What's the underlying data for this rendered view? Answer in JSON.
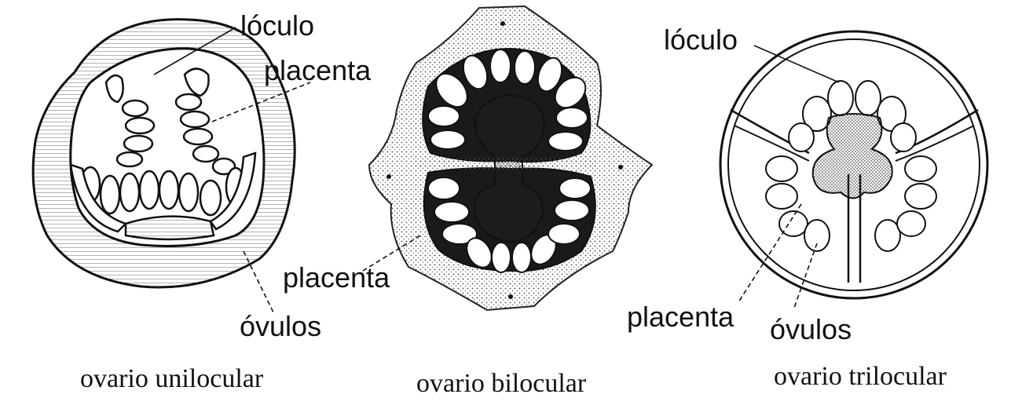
{
  "panels": [
    {
      "caption": "ovario unilocular",
      "labels": {
        "loculo": "lóculo",
        "placenta": "placenta",
        "ovulos": "óvulos"
      }
    },
    {
      "caption": "ovario bilocular",
      "labels": {
        "placenta": "placenta"
      }
    },
    {
      "caption": "ovario trilocular",
      "labels": {
        "loculo": "lóculo",
        "placenta": "placenta",
        "ovulos": "óvulos"
      }
    }
  ],
  "colors": {
    "ink": "#111111",
    "background": "#ffffff",
    "dark_locule": "#1a1a1a"
  }
}
